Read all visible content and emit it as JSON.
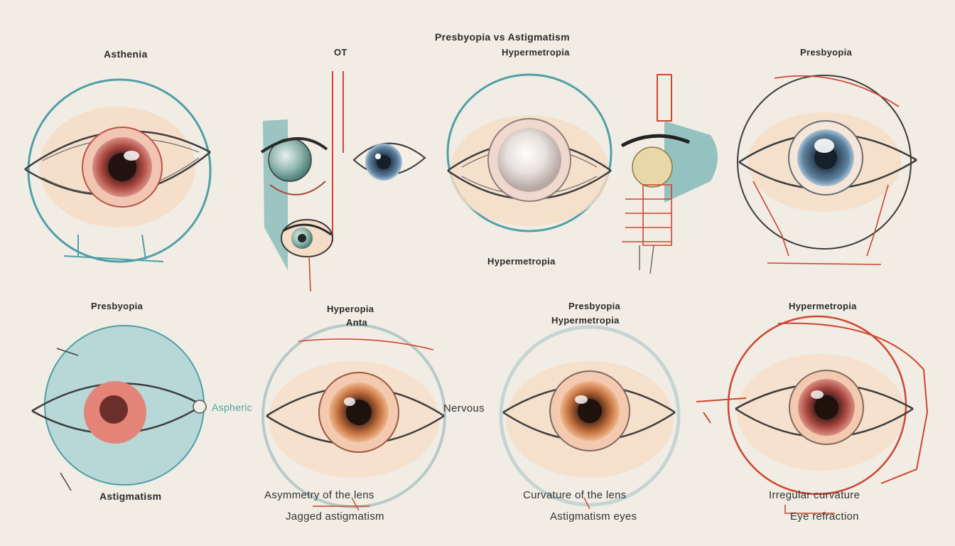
{
  "header": {
    "title_line1": "Presbyopia vs Astigmatism",
    "title_line2": "Hypermetropia",
    "left_title": "Asthenia",
    "small_marker": "OT",
    "right_title": "Presbyopia"
  },
  "top_row": {
    "center_caption": "Hypermetropia"
  },
  "bottom_row": {
    "panel1": {
      "title": "Presbyopia",
      "side_label": "Aspheric",
      "caption": "Astigmatism"
    },
    "panel2": {
      "title_line1": "Hyperopia",
      "title_line2": "Anta",
      "side_label": "Nervous",
      "caption_line1": "Asymmetry of the lens",
      "caption_line2": "Jagged astigmatism"
    },
    "panel3": {
      "title_line1": "Presbyopia",
      "title_line2": "Hypermetropia",
      "caption_line1": "Curvature of the lens",
      "caption_line2": "Astigmatism eyes"
    },
    "panel4": {
      "title": "Hypermetropia",
      "caption_line1": "Irregular curvature",
      "caption_line2": "Eye refraction"
    }
  },
  "colors": {
    "background": "#f1ede4",
    "teal": "#4f9fa8",
    "red_line": "#d0452f",
    "skin": "#f6dcc6",
    "iris_red": "#c9564d",
    "iris_blue": "#4d6e86"
  }
}
